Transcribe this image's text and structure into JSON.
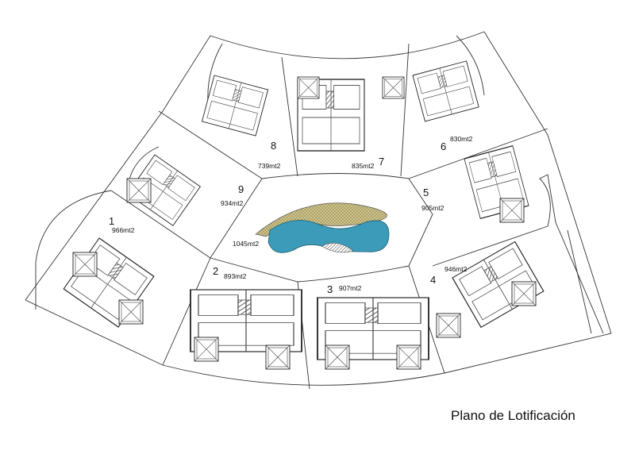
{
  "title": "Plano de Lotificación",
  "pool_area": "1045mt2",
  "lots": [
    {
      "number": "1",
      "area": "966mt2"
    },
    {
      "number": "2",
      "area": "893mt2"
    },
    {
      "number": "3",
      "area": "907mt2"
    },
    {
      "number": "4",
      "area": "946mt2"
    },
    {
      "number": "5",
      "area": "905mt2"
    },
    {
      "number": "6",
      "area": "830mt2"
    },
    {
      "number": "7",
      "area": "835mt2"
    },
    {
      "number": "8",
      "area": "739mt2"
    },
    {
      "number": "9",
      "area": "934mt2"
    }
  ],
  "colors": {
    "pool_water": "#3b9bb8",
    "pool_deck": "#c9c08a",
    "line": "#333333"
  }
}
